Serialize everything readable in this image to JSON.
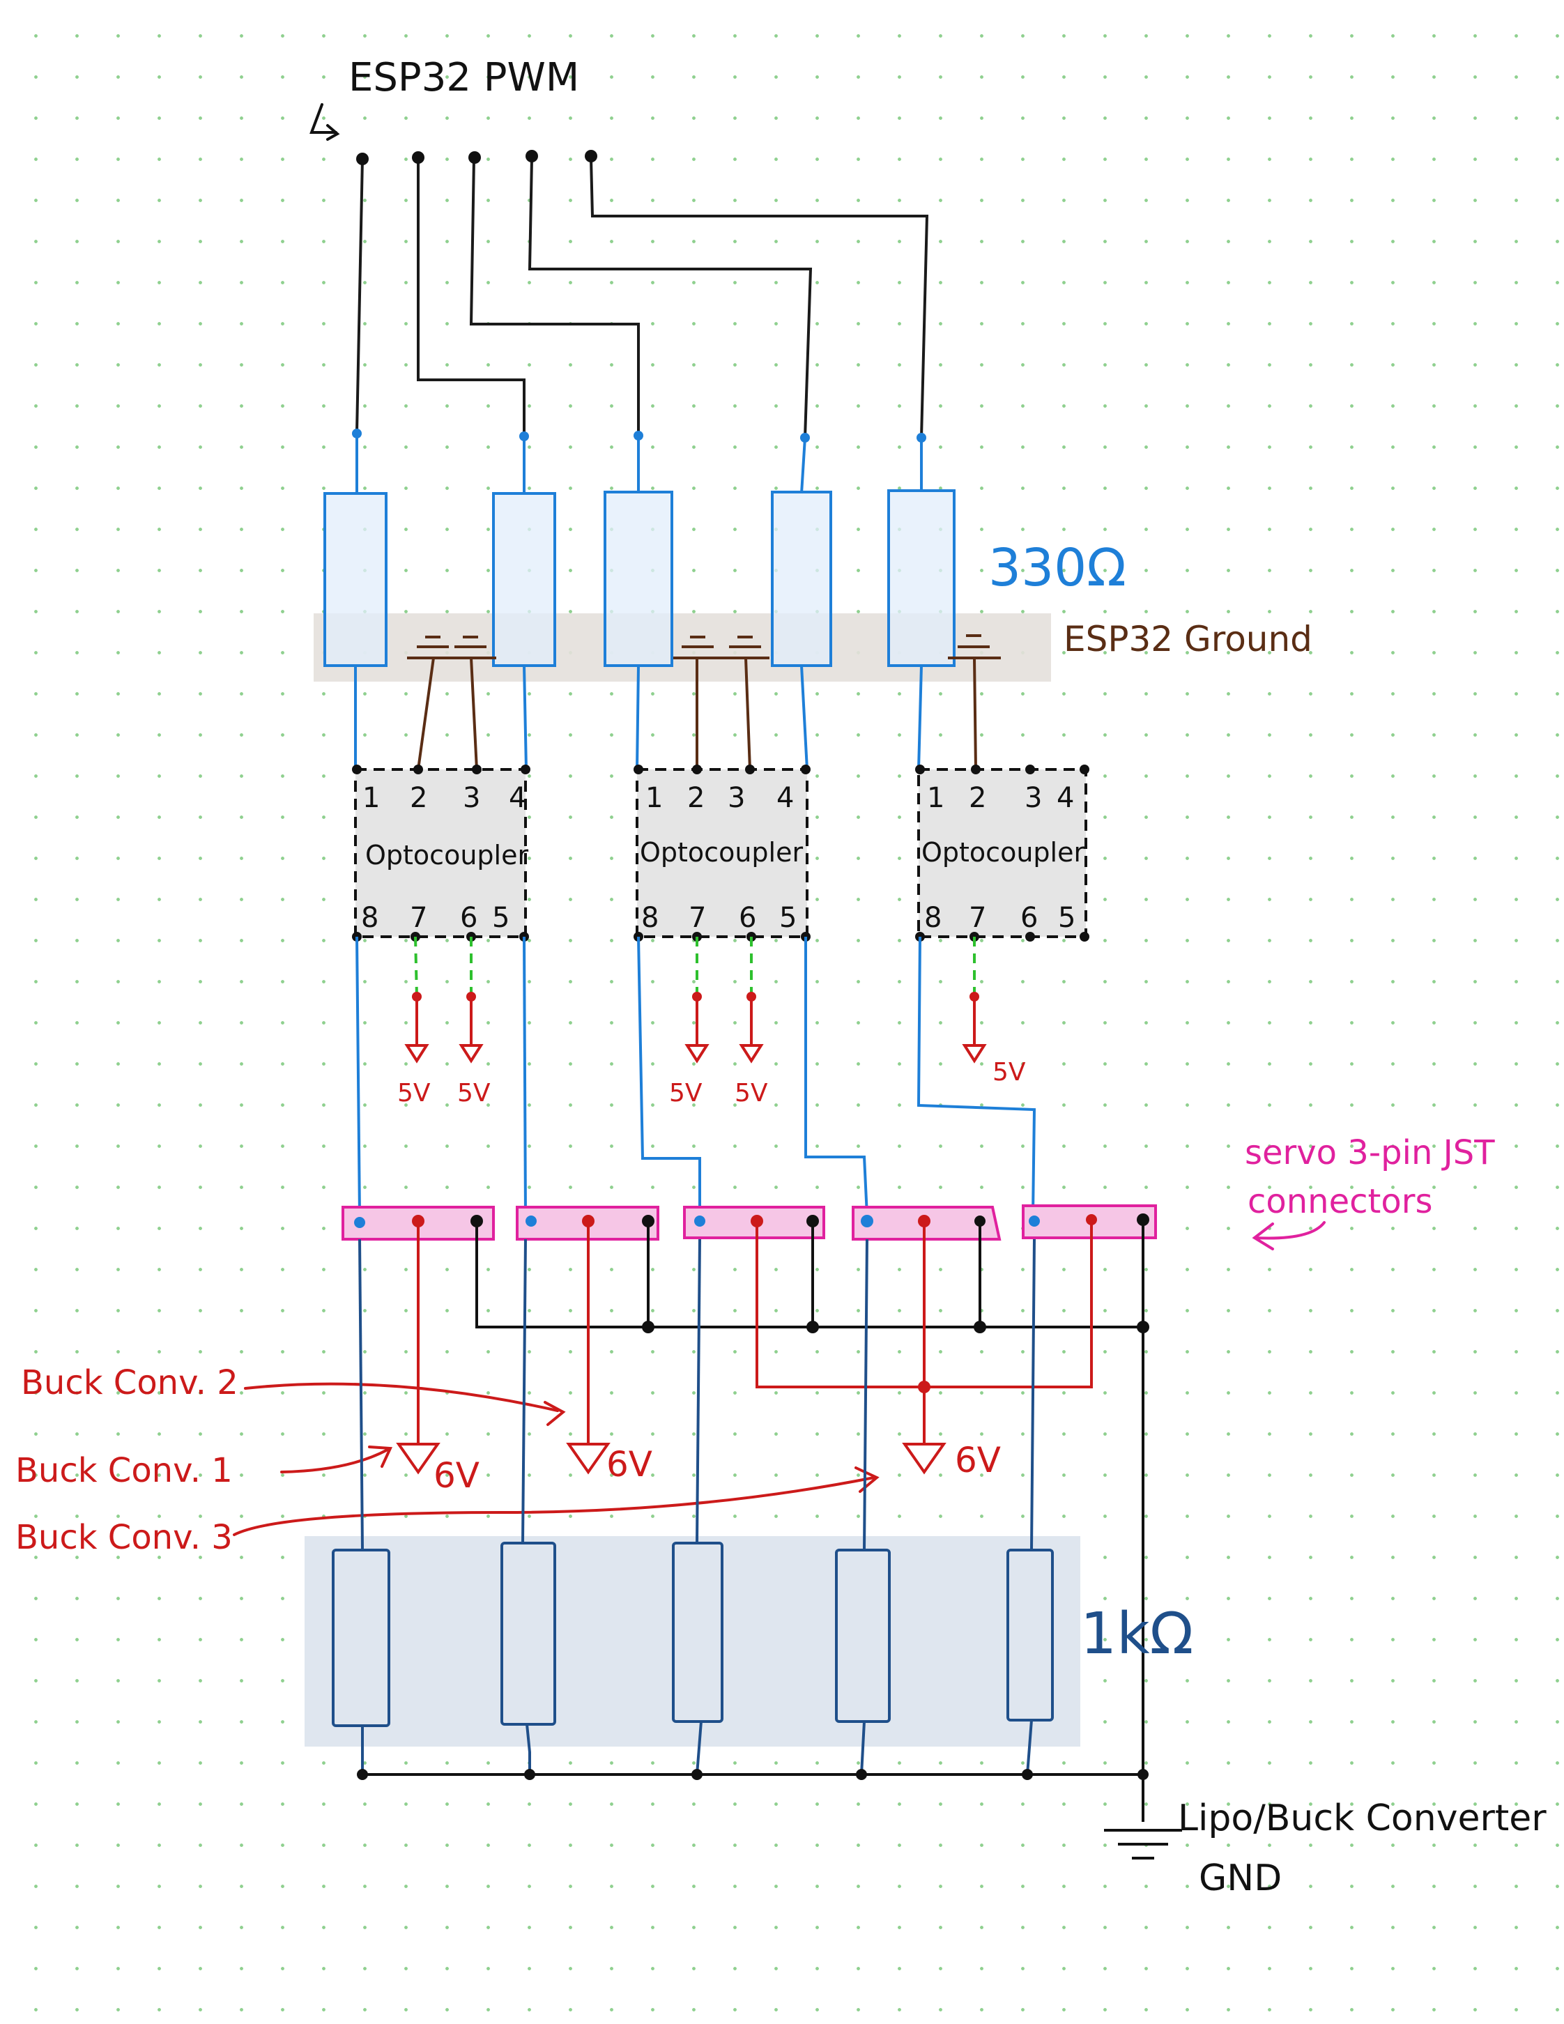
{
  "labels": {
    "esp32_pwm": "ESP32 PWM",
    "resistor_330": "330Ω",
    "esp32_ground": "ESP32 Ground",
    "servo_connectors_line1": "servo 3-pin JST",
    "servo_connectors_line2": "connectors",
    "resistor_1k": "1kΩ",
    "buck_conv_1": "Buck Conv. 1",
    "buck_conv_2": "Buck Conv. 2",
    "buck_conv_3": "Buck Conv. 3",
    "lipo_gnd_line1": "Lipo/Buck Converter",
    "lipo_gnd_line2": "GND"
  },
  "optocouplers": [
    {
      "label": "Optocoupler",
      "pins_top": [
        "1",
        "2",
        "3",
        "4"
      ],
      "pins_bottom": [
        "8",
        "7",
        "6",
        "5"
      ]
    },
    {
      "label": "Optocoupler",
      "pins_top": [
        "1",
        "2",
        "3",
        "4"
      ],
      "pins_bottom": [
        "8",
        "7",
        "6",
        "5"
      ]
    },
    {
      "label": "Optocoupler",
      "pins_top": [
        "1",
        "2",
        "3",
        "4"
      ],
      "pins_bottom": [
        "8",
        "7",
        "6",
        "5"
      ]
    }
  ],
  "supply_5v": [
    "5V",
    "5V",
    "5V",
    "5V",
    "5V"
  ],
  "supply_6v": [
    "6V",
    "6V",
    "6V"
  ],
  "colors": {
    "signal_wire": "#1a1a1a",
    "blue_wire": "#1e7fd8",
    "navy_wire": "#1f4f8a",
    "ground_brown": "#5a2d14",
    "power_red": "#cc1a1a",
    "dashed_green": "#2ec02e",
    "connector_pink": "#e0219e",
    "ground_band": "#e4e0db",
    "resistor_band": "#dfe6ef"
  }
}
